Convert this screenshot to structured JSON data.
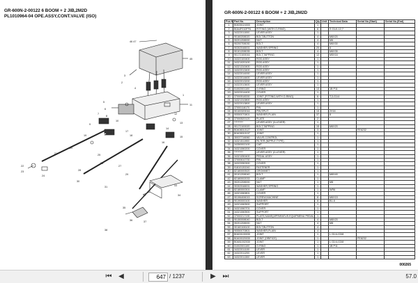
{
  "left_page": {
    "title_line1": "GR-600N-2-00122 6 BOOM + 2 JIB,2M2D",
    "title_line2": "PL1010964-04 OPE.ASSY,CONT.VALVE (ISO)",
    "callouts": [
      "46",
      "47",
      "45",
      "48",
      "3",
      "2",
      "4",
      "5",
      "6",
      "6",
      "7",
      "8",
      "9",
      "10",
      "1",
      "11",
      "12",
      "13",
      "14",
      "15",
      "16",
      "17",
      "18",
      "19",
      "20",
      "21",
      "22",
      "23",
      "24",
      "25",
      "26",
      "27",
      "28",
      "29",
      "30",
      "31",
      "32",
      "33",
      "34",
      "35",
      "36",
      "37",
      "38",
      "39",
      "40",
      "41",
      "42",
      "43",
      "44",
      "49",
      "50",
      "51",
      "52",
      "53",
      "54",
      "55",
      "56",
      "57",
      "58",
      "59"
    ]
  },
  "right_page": {
    "title": "GR-600N-2-00122 6 BOOM + 2 JIB,2M2D",
    "page_number": "000265",
    "edge_text": "FE6",
    "columns": [
      "Pos No.",
      "Part No.",
      "Description",
      "Qty",
      "Unit",
      "Technical Data",
      "Serial No.(Start)",
      "Serial No.(End)"
    ],
    "rows": [
      [
        "1",
        "B0635024000",
        "JOINT",
        "1",
        "",
        "",
        ""
      ],
      [
        "2",
        "B0A4F010FF6",
        "FITTING (WITH O-RING)",
        "6",
        "",
        "S G1/4-12,7",
        ""
      ],
      [
        "3",
        "34322011000",
        "LEVER ASSY",
        "1",
        "",
        "",
        ""
      ],
      [
        "4",
        "90160208020",
        "BOLT,BUTTON",
        "4",
        "",
        "M6X20",
        ""
      ],
      [
        "5",
        "90201208000",
        "NUT",
        "4",
        "",
        "M6",
        ""
      ],
      [
        "6",
        "90200708030",
        "BOLT",
        "4",
        "",
        "M6X30",
        ""
      ],
      [
        "7",
        "90302048001",
        "WASHER,SPRING",
        "20",
        "",
        "6",
        ""
      ],
      [
        "8",
        "90101208035",
        "BOLT",
        "4",
        "",
        "M6X35",
        ""
      ],
      [
        "9",
        "90172100016",
        "BOLT,TAPPING",
        "12",
        "",
        "M5X16",
        ""
      ],
      [
        "10",
        "34322100400",
        "ROD ASSY",
        "1",
        "",
        "",
        ""
      ],
      [
        "11",
        "34321020100",
        "ROD ASSY",
        "1",
        "",
        "",
        ""
      ],
      [
        "12",
        "34321310400",
        "ROD ASSY",
        "1",
        "",
        "",
        ""
      ],
      [
        "13",
        "34322013400",
        "ROD ASSY",
        "1",
        "",
        "",
        ""
      ],
      [
        "14",
        "34322014000",
        "LEVER ASSY",
        "1",
        "",
        "",
        ""
      ],
      [
        "15",
        "34322014600",
        "LEVER ASSY",
        "1",
        "",
        "",
        ""
      ],
      [
        "16",
        "34322013200",
        "ROD ASSY",
        "1",
        "",
        "",
        ""
      ],
      [
        "17",
        "34322013600",
        "LEVER ASSY",
        "1",
        "",
        "",
        ""
      ],
      [
        "18",
        "51002001100",
        "O-RING",
        "13",
        "",
        "1B P11",
        ""
      ],
      [
        "19",
        "34322014400",
        "COVER",
        "1",
        "",
        "",
        ""
      ],
      [
        "20",
        "37000518330",
        "JOINT (FITTING,WITH O-RING)",
        "6",
        "",
        "T,3-G1/4",
        ""
      ],
      [
        "21",
        "34321310800",
        "ROD ASSY",
        "1",
        "",
        "",
        ""
      ],
      [
        "22",
        "34322013800",
        "LEVER ASSY",
        "1",
        "",
        "",
        ""
      ],
      [
        "23",
        "37000118170",
        "PIN",
        "1",
        "",
        "",
        ""
      ],
      [
        "24",
        "90100320016",
        "PIN,SPLIT",
        "13",
        "",
        "2X16",
        ""
      ],
      [
        "25",
        "90550070801",
        "WASHER,PLAIN",
        "37",
        "",
        "8",
        ""
      ],
      [
        "26",
        "37000520120",
        "PLATE",
        "2",
        "",
        "",
        ""
      ],
      [
        "27",
        "*********",
        "LEVER ASSY (3-LEVER)",
        "1",
        "",
        "",
        ""
      ],
      [
        "28",
        "90172100020",
        "BOLT,TAPPING",
        "15",
        "",
        "M6X20",
        ""
      ],
      [
        "29",
        "B0408010127",
        "JOINT",
        "3",
        "",
        "",
        "FE6232"
      ],
      [
        "30",
        "B0409010137",
        "JOINT",
        "1",
        "",
        "",
        ""
      ],
      [
        "31",
        "30037716060",
        "VALVE,CONTROL",
        "1",
        "",
        "",
        ""
      ],
      [
        "32",
        "34321511900",
        "FILTER (NIPPLE TYPE)",
        "1",
        "",
        "",
        ""
      ],
      [
        "33",
        "34350002100",
        "CAP",
        "1",
        "",
        "",
        ""
      ],
      [
        "34",
        "34321060200",
        "COVER",
        "1",
        "",
        "",
        ""
      ],
      [
        "35",
        "*********",
        "LEVER ASSY (2-LEVER)",
        "1",
        "",
        "",
        ""
      ],
      [
        "36",
        "34321050400",
        "PEDAL ASSY",
        "1",
        "",
        "",
        ""
      ],
      [
        "37",
        "37000610730",
        "PIN",
        "1",
        "",
        "",
        ""
      ],
      [
        "38",
        "34322050300",
        "COVER",
        "1",
        "",
        "",
        ""
      ],
      [
        "39",
        "91810130240",
        "FASTENER",
        "1",
        "",
        "",
        ""
      ],
      [
        "40",
        "82180000520",
        "GROMMET",
        "1",
        "",
        "",
        ""
      ],
      [
        "41",
        "90101208040",
        "BOLT",
        "1",
        "",
        "M8X40",
        ""
      ],
      [
        "42",
        "82180002033",
        "CLAMP",
        "1",
        "",
        "",
        ""
      ],
      [
        "43",
        "90201208000",
        "NUT",
        "1",
        "",
        "M8",
        ""
      ],
      [
        "44",
        "90302048001",
        "WASHER,SPRING",
        "1",
        "",
        "",
        ""
      ],
      [
        "45",
        "82180000301",
        "CLAMP",
        "1",
        "",
        "WR6",
        ""
      ],
      [
        "46",
        "34321060801",
        "COVER",
        "1",
        "",
        "",
        ""
      ],
      [
        "47",
        "90196406015",
        "SCREW,MACHINE",
        "8",
        "",
        "M6X15",
        ""
      ],
      [
        "48",
        "90190000100",
        "WASHER",
        "8",
        "",
        "B1-6",
        ""
      ],
      [
        "49",
        "34321060500",
        "SUPPORT",
        "1",
        "",
        "",
        ""
      ],
      [
        "50",
        "34321060701",
        "COVER",
        "1",
        "",
        "",
        ""
      ],
      [
        "51",
        "34321060500",
        "SUPPORT",
        "1",
        "",
        "",
        ""
      ],
      [
        "52",
        "37000217190",
        "PLATE,NAME(APPARATUS EQUIPMENU PEDAL)",
        "1",
        "",
        "",
        ""
      ],
      [
        "53",
        "90150008040",
        "BOLT",
        "4",
        "",
        "M8X20",
        ""
      ],
      [
        "54",
        "90201208000",
        "NUT",
        "4",
        "",
        "M8",
        ""
      ],
      [
        "55",
        "90160108100",
        "BOLT,BUTTON",
        "4",
        "",
        "",
        ""
      ],
      [
        "56",
        "90550070801",
        "WASHER,PLAIN",
        "4",
        "",
        "",
        ""
      ],
      [
        "57",
        "B0400100030",
        "JOINT",
        "1",
        "",
        "L G1/4-G3/8",
        ""
      ],
      [
        "58",
        "B0400020030",
        "JOINT (ORIFICE)",
        "1",
        "",
        "",
        "FE8232"
      ],
      [
        "59",
        "B0481002030",
        "JOINT",
        "1",
        "",
        "L G1/4-G3/8",
        ""
      ],
      [
        "60",
        "51002001100",
        "O-RING",
        "1",
        "",
        "1B P11",
        ""
      ],
      [
        "61",
        "34322011100",
        "LEVER",
        "1",
        "",
        "",
        ""
      ],
      [
        "62",
        "34322011200",
        "LEVER",
        "1",
        "",
        "",
        ""
      ],
      [
        "63",
        "34322011300",
        "LEVER",
        "1",
        "",
        "",
        ""
      ]
    ]
  },
  "toolbar": {
    "current_page": "647",
    "total_pages": "/ 1237",
    "zoom": "57.0",
    "icons": [
      "first-page",
      "previous-page",
      "next-page",
      "last-page"
    ],
    "first_glyph": "⏮",
    "prev_glyph": "◀",
    "next_glyph": "▶",
    "last_glyph": "⏭"
  },
  "colors": {
    "background": "#2b2b2b",
    "page": "#ffffff",
    "toolbar": "#f0f0f0"
  }
}
